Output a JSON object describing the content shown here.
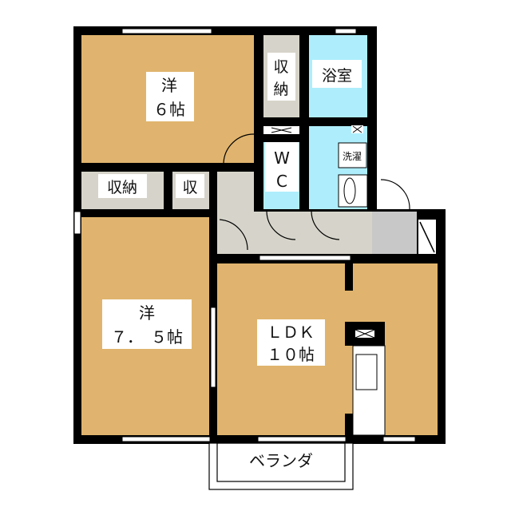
{
  "rooms": {
    "western_6": {
      "line1": "洋",
      "line2": "６帖"
    },
    "closet_top": {
      "line1": "収",
      "line2": "納"
    },
    "bath": {
      "label": "浴室"
    },
    "wc": {
      "line1": "W",
      "line2": "C"
    },
    "laundry": {
      "label": "洗濯"
    },
    "closet_left": {
      "label": "収納"
    },
    "closet_small": {
      "label": "収"
    },
    "western_7_5": {
      "line1": "洋",
      "line2": "７．　５帖"
    },
    "ldk": {
      "line1": "ＬＤＫ",
      "line2": "１０帖"
    },
    "balcony": {
      "label": "ベランダ"
    }
  },
  "colors": {
    "room": "#e0b46e",
    "storage": "#d6d4ca",
    "wet": "#aeeefc",
    "entry": "#c8c8c8",
    "wall": "#000000"
  }
}
